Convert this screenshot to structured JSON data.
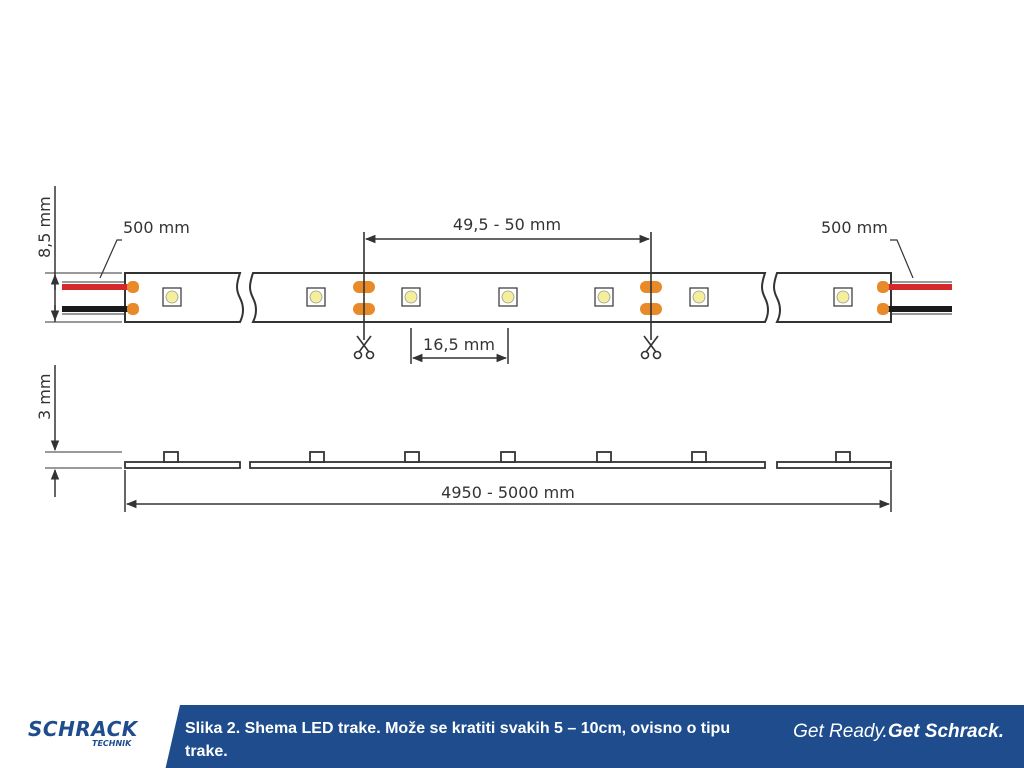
{
  "diagram": {
    "width_height_label": "8,5 mm",
    "thickness_label": "3 mm",
    "wire_length_left": "500 mm",
    "wire_length_right": "500 mm",
    "cut_interval_label": "49,5 - 50 mm",
    "led_pitch_label": "16,5 mm",
    "total_length_label": "4950 - 5000 mm",
    "colors": {
      "wire_red": "#d4282d",
      "wire_black": "#1a1a1a",
      "solder_pad": "#e8892a",
      "led": "#f4ef9a",
      "line": "#333333"
    }
  },
  "footer": {
    "logo_main": "SCHRACK",
    "logo_sub": "TECHNIK",
    "caption": "Slika 2. Shema LED trake. Može se kratiti svakih 5 – 10cm, ovisno o tipu trake.",
    "slogan_light": "Get Ready.",
    "slogan_bold": "Get Schrack.",
    "colors": {
      "band": "#1e4c8c",
      "brand_red": "#d4282d"
    }
  }
}
